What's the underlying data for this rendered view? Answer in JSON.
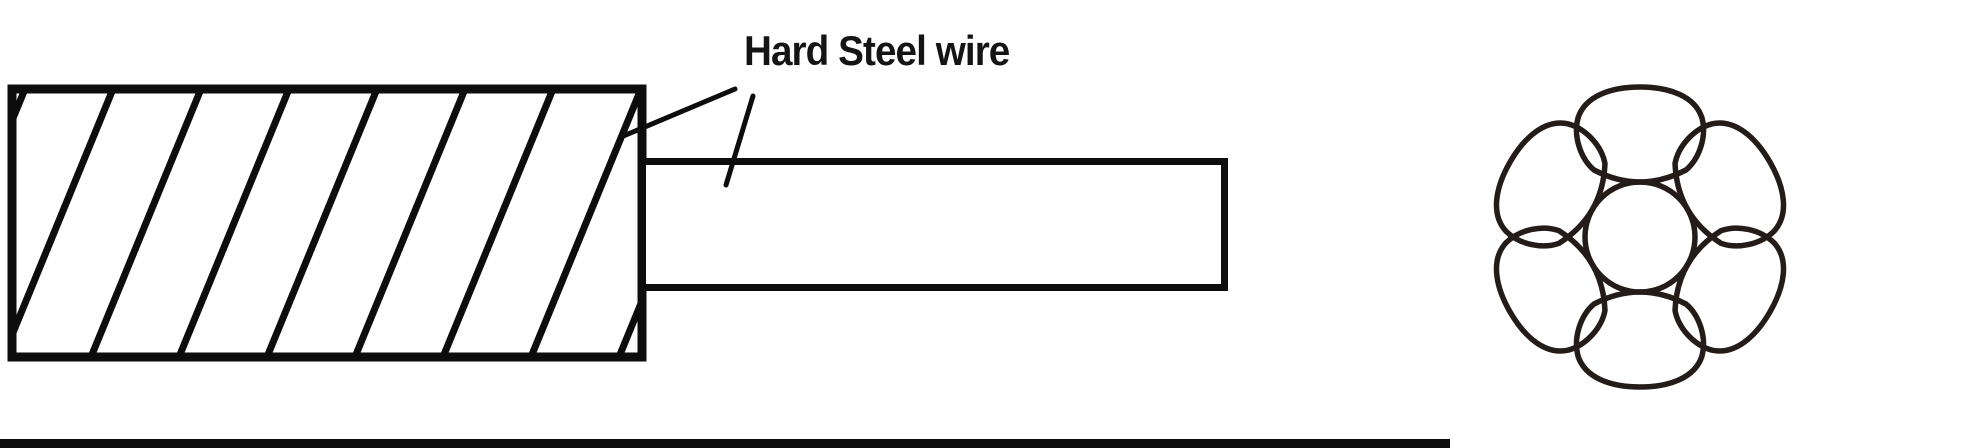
{
  "label": {
    "text": "Hard Steel wire"
  },
  "diagram": {
    "side_view": {
      "name": "stranded-wire-side-view",
      "hatch_line_count": 9
    },
    "single_wire": {
      "name": "hard-steel-wire-extension"
    },
    "cross_section": {
      "name": "wire-rope-cross-section",
      "core_wires": 1,
      "outer_wires": 6,
      "total_wires": 7
    }
  },
  "colors": {
    "line": "#0d0d0d",
    "text": "#141414",
    "cross_section_stroke": "#241c18",
    "background": "#ffffff"
  }
}
